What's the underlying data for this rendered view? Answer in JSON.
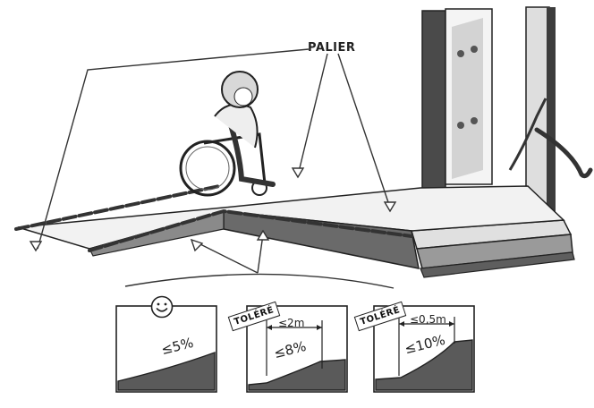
{
  "labels": {
    "palier": "PALIER",
    "tolere_1": "TOLÉRÉ",
    "tolere_2": "TOLÉRÉ"
  },
  "panels": [
    {
      "slope": "≤5%",
      "length": ""
    },
    {
      "slope": "≤8%",
      "length": "≤2m"
    },
    {
      "slope": "≤10%",
      "length": "≤0,5m"
    }
  ]
}
